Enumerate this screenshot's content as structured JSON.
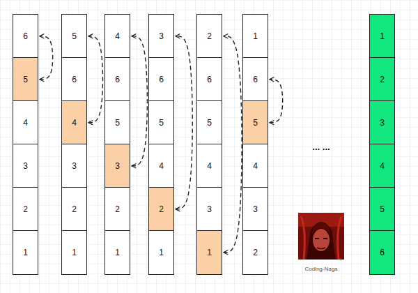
{
  "diagram": {
    "nodes": [
      {
        "text": [
          "6"
        ]
      },
      {
        "text": [
          "5"
        ]
      },
      {
        "text": [
          "4"
        ]
      },
      {
        "text": [
          "3"
        ]
      },
      {
        "text": [
          "2"
        ]
      },
      {
        "text": [
          "1"
        ]
      },
      {
        "text": [
          "5"
        ]
      },
      {
        "text": [
          "6"
        ]
      },
      {
        "text": [
          "4"
        ]
      },
      {
        "text": [
          "3"
        ]
      },
      {
        "text": [
          "2"
        ]
      },
      {
        "text": [
          "1"
        ]
      },
      {
        "text": [
          "4"
        ]
      },
      {
        "text": [
          "6"
        ]
      },
      {
        "text": [
          "5"
        ]
      },
      {
        "text": [
          "3"
        ]
      },
      {
        "text": [
          "2"
        ]
      },
      {
        "text": [
          "1"
        ]
      },
      {
        "text": [
          "3"
        ]
      },
      {
        "text": [
          "6"
        ]
      },
      {
        "text": [
          "5"
        ]
      },
      {
        "text": [
          "4"
        ]
      },
      {
        "text": [
          "2"
        ]
      },
      {
        "text": [
          "1"
        ]
      },
      {
        "text": [
          "2"
        ]
      },
      {
        "text": [
          "6"
        ]
      },
      {
        "text": [
          "5"
        ]
      },
      {
        "text": [
          "4"
        ]
      },
      {
        "text": [
          "3"
        ]
      },
      {
        "text": [
          "1"
        ]
      },
      {
        "text": [
          "1"
        ]
      },
      {
        "text": [
          "6"
        ]
      },
      {
        "text": [
          "5"
        ]
      },
      {
        "text": [
          "4"
        ]
      },
      {
        "text": [
          "3"
        ]
      },
      {
        "text": [
          "2"
        ]
      },
      {
        "text": [
          "1"
        ]
      },
      {
        "text": [
          "2"
        ]
      },
      {
        "text": [
          "3"
        ]
      },
      {
        "text": [
          "4"
        ]
      },
      {
        "text": [
          "5"
        ]
      },
      {
        "text": [
          "6"
        ]
      }
    ],
    "edges": [
      {
        "from": 1,
        "to": 0,
        "arrow": "both"
      },
      {
        "from": 8,
        "to": 6,
        "arrow": "both"
      },
      {
        "from": 15,
        "to": 12,
        "arrow": "both"
      },
      {
        "from": 22,
        "to": 18,
        "arrow": "both"
      },
      {
        "from": 29,
        "to": 24,
        "arrow": "both"
      },
      {
        "from": 32,
        "to": 31,
        "arrow": "both"
      }
    ],
    "labels": [
      "... ...",
      "Coding-Naga"
    ]
  }
}
